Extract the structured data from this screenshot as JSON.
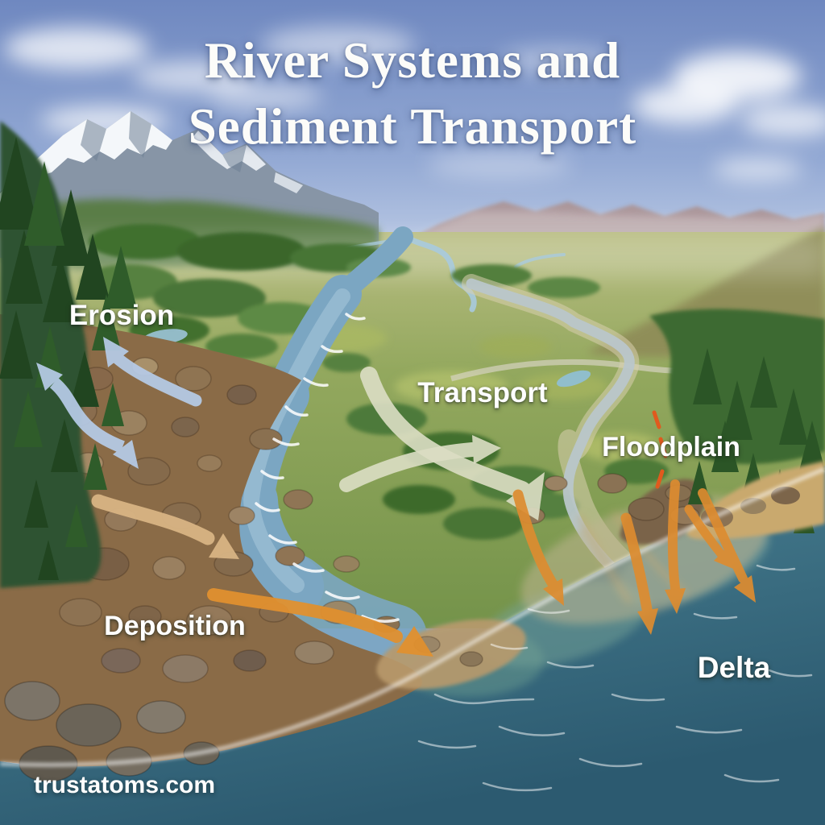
{
  "title": {
    "line1": "River Systems and",
    "line2": "Sediment Transport"
  },
  "annotations": {
    "erosion": {
      "label": "Erosion",
      "arrow_color": "#b6cbe7"
    },
    "transport": {
      "label": "Transport",
      "arrow_color": "#dcdec4"
    },
    "floodplain": {
      "label": "Floodplain",
      "marker_color": "#e05a1e"
    },
    "deposition": {
      "label": "Deposition",
      "arrow_color": "#e0902f",
      "secondary_arrow_color": "#d8b484"
    },
    "delta": {
      "label": "Delta",
      "arrow_color": "#dd8c30"
    }
  },
  "watermark": "trustatoms.com",
  "scene_colors": {
    "sky_top": "#6f88c0",
    "sky_horizon": "#ccd8ec",
    "sea_deep": "#2c5a70",
    "river": "#7ba6c2"
  }
}
